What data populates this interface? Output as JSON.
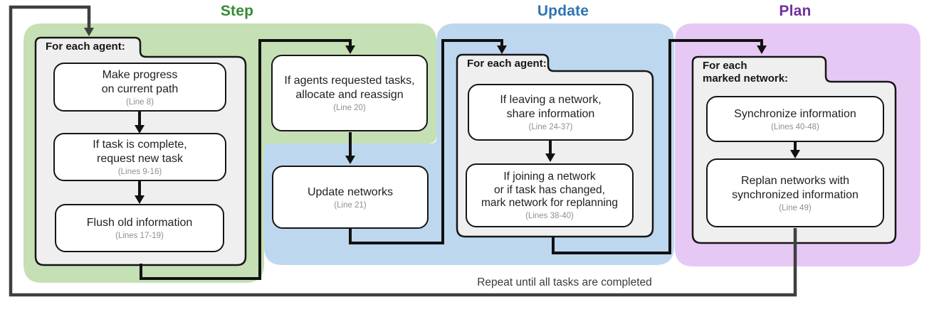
{
  "diagram": {
    "sections": [
      {
        "key": "step",
        "title": "Step",
        "title_color": "#358a35",
        "bg_color": "#c5e0b4"
      },
      {
        "key": "update",
        "title": "Update",
        "title_color": "#2e74b5",
        "bg_color": "#bdd7ee"
      },
      {
        "key": "plan",
        "title": "Plan",
        "title_color": "#7030a0",
        "bg_color": "#e6c8f5"
      }
    ],
    "folders": {
      "step": {
        "label": "For each agent:"
      },
      "update": {
        "label": "For each agent:"
      },
      "plan": {
        "label": "For each\nmarked network:"
      }
    },
    "boxes": {
      "make_progress": {
        "text": "Make progress\non current path",
        "ref": "(Line 8)"
      },
      "request_task": {
        "text": "If task is complete,\nrequest new task",
        "ref": "(Lines 9-16)"
      },
      "flush_info": {
        "text": "Flush old information",
        "ref": "(Lines 17-19)"
      },
      "allocate": {
        "text": "If agents requested tasks,\nallocate and reassign",
        "ref": "(Line 20)"
      },
      "update_networks": {
        "text": "Update networks",
        "ref": "(Line 21)"
      },
      "share_info": {
        "text": "If leaving a network,\nshare information",
        "ref": "(Line 24-37)"
      },
      "mark_network": {
        "text": "If joining a network\nor if task has changed,\nmark network for replanning",
        "ref": "(Lines 38-40)"
      },
      "sync_info": {
        "text": "Synchronize information",
        "ref": "(Lines 40-48)"
      },
      "replan": {
        "text": "Replan networks with\nsynchronized information",
        "ref": "(Line 49)"
      }
    },
    "footer": {
      "repeat_label": "Repeat until all tasks are completed"
    }
  }
}
